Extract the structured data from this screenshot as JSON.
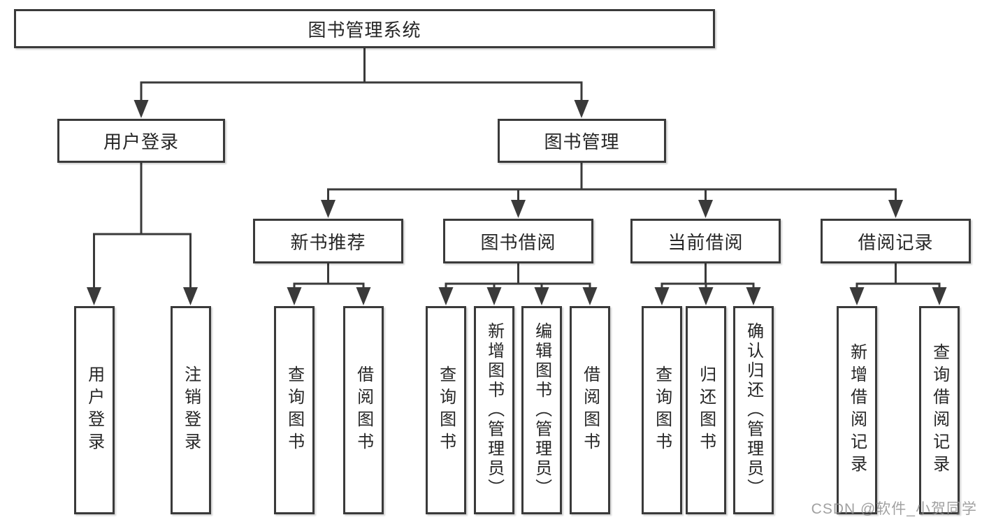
{
  "diagram": {
    "root": {
      "label": "图书管理系统"
    },
    "branches": [
      {
        "label": "用户登录",
        "children": [
          {
            "label": "用户登录"
          },
          {
            "label": "注销登录"
          }
        ]
      },
      {
        "label": "图书管理",
        "children": [
          {
            "label": "新书推荐",
            "children": [
              {
                "label": "查询图书"
              },
              {
                "label": "借阅图书"
              }
            ]
          },
          {
            "label": "图书借阅",
            "children": [
              {
                "label": "查询图书"
              },
              {
                "label": "新增图书（管理员）"
              },
              {
                "label": "编辑图书（管理员）"
              },
              {
                "label": "借阅图书"
              }
            ]
          },
          {
            "label": "当前借阅",
            "children": [
              {
                "label": "查询图书"
              },
              {
                "label": "归还图书"
              },
              {
                "label": "确认归还（管理员）"
              }
            ]
          },
          {
            "label": "借阅记录",
            "children": [
              {
                "label": "新增借阅记录"
              },
              {
                "label": "查询借阅记录"
              }
            ]
          }
        ]
      }
    ],
    "colors": {
      "line": "#3a3a3a",
      "box_border": "#3a3a3a",
      "text": "#262626",
      "watermark": "#919191"
    }
  },
  "watermark": {
    "text": "CSDN @软件_小贺同学"
  }
}
